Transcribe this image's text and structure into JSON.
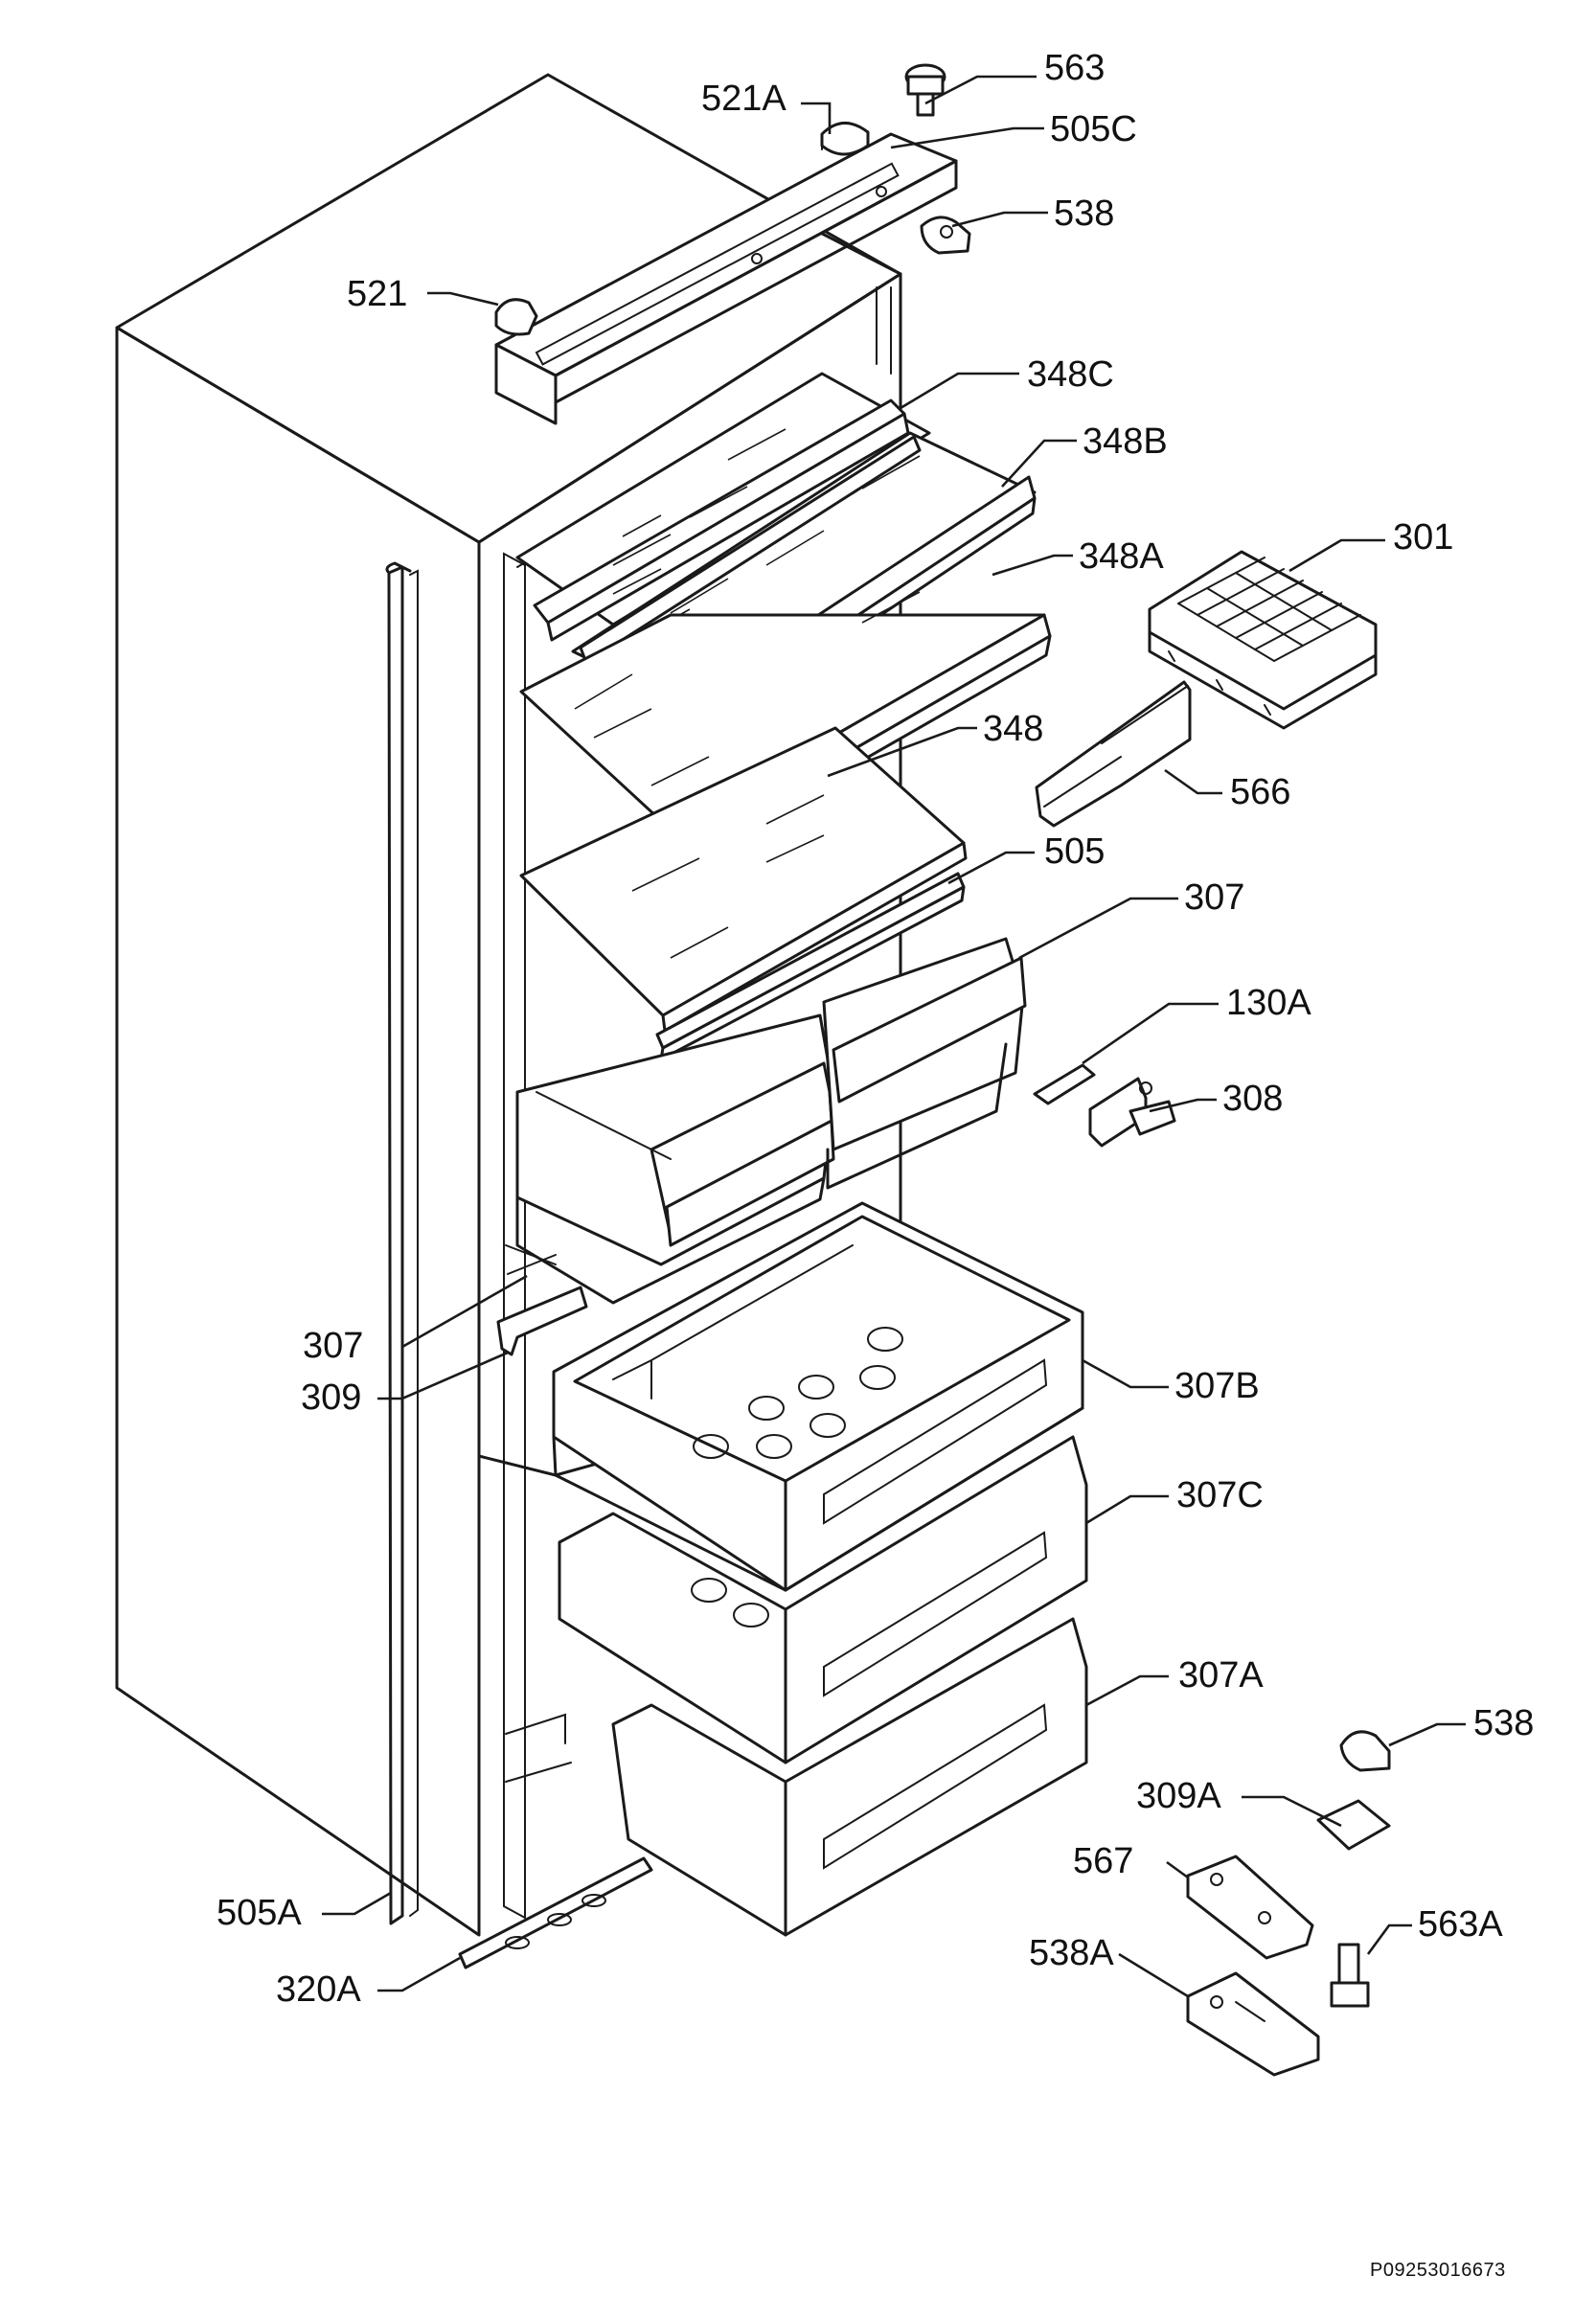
{
  "diagram": {
    "parts": [
      {
        "ref": "563"
      },
      {
        "ref": "521A"
      },
      {
        "ref": "505C"
      },
      {
        "ref": "538"
      },
      {
        "ref": "521"
      },
      {
        "ref": "348C"
      },
      {
        "ref": "348B"
      },
      {
        "ref": "348A"
      },
      {
        "ref": "301"
      },
      {
        "ref": "348"
      },
      {
        "ref": "566"
      },
      {
        "ref": "505"
      },
      {
        "ref": "307"
      },
      {
        "ref": "130A"
      },
      {
        "ref": "308"
      },
      {
        "ref": "307"
      },
      {
        "ref": "309"
      },
      {
        "ref": "307B"
      },
      {
        "ref": "307C"
      },
      {
        "ref": "307A"
      },
      {
        "ref": "538"
      },
      {
        "ref": "309A"
      },
      {
        "ref": "567"
      },
      {
        "ref": "563A"
      },
      {
        "ref": "538A"
      },
      {
        "ref": "505A"
      },
      {
        "ref": "320A"
      }
    ],
    "footer_code": "P09253016673"
  }
}
